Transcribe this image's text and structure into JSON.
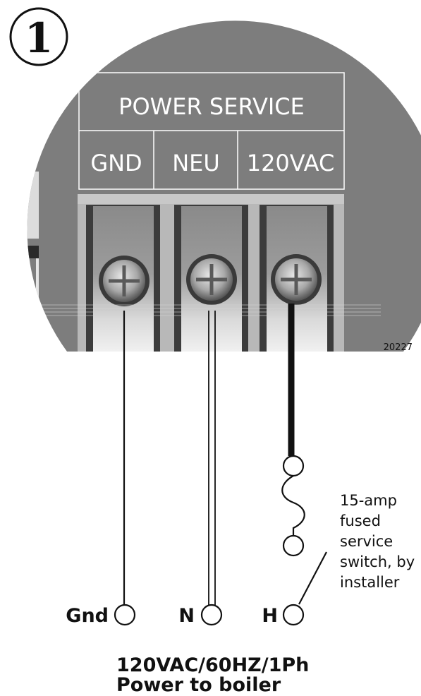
{
  "step_number": "1",
  "panel": {
    "title": "POWER SERVICE",
    "terminals": [
      "GND",
      "NEU",
      "120VAC"
    ]
  },
  "figure_code": "20227",
  "fuse_note": [
    "15-amp",
    "fused",
    "service",
    "switch, by",
    "installer"
  ],
  "supply_labels": {
    "ground": "Gnd",
    "neutral": "N",
    "hot": "H"
  },
  "caption": {
    "line1": "120VAC/60HZ/1Ph",
    "line2": "Power to boiler"
  }
}
